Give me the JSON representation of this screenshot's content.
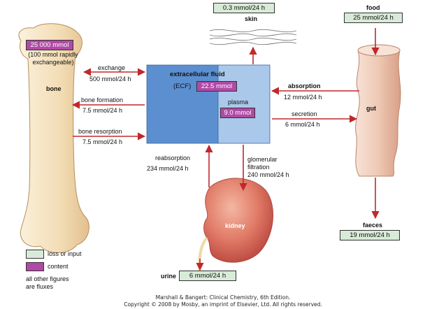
{
  "colors": {
    "ecf_dark": "#5b8fd0",
    "ecf_light": "#a9c8ea",
    "arrow": "#c0282d",
    "bone": "#f2dcb4",
    "gut": "#eec9b4",
    "kidney": "#d9665a",
    "input_box": "#d8ebd8",
    "content_box": "#b04aa6"
  },
  "skin": {
    "flux": "0.3 mmol/24 h",
    "label": "skin"
  },
  "food": {
    "label": "food",
    "flux": "25 mmol/24 h"
  },
  "bone": {
    "content": "25 000 mmol",
    "note": "(100 mmol rapidly exchangeable)",
    "label": "bone",
    "exchange_label": "exchange",
    "exchange_flux": "500 mmol/24 h",
    "formation_label": "bone formation",
    "formation_flux": "7.5 mmol/24 h",
    "resorption_label": "bone resorption",
    "resorption_flux": "7.5 mmol/24 h"
  },
  "ecf": {
    "title": "extracellular fluid",
    "abbr": "(ECF)",
    "content": "22.5 mmol",
    "plasma_label": "plasma",
    "plasma_content": "9.0 mmol"
  },
  "gut": {
    "label": "gut",
    "absorption_label": "absorption",
    "absorption_flux": "12 mmol/24 h",
    "secretion_label": "secretion",
    "secretion_flux": "6 mmol/24 h"
  },
  "faeces": {
    "label": "faeces",
    "flux": "19 mmol/24 h"
  },
  "kidney": {
    "label": "kidney",
    "reabsorption_label": "reabsorption",
    "reabsorption_flux": "234 mmol/24 h",
    "filtration_line1": "glomerular",
    "filtration_line2": "filtration",
    "filtration_flux": "240 mmol/24 h"
  },
  "urine": {
    "label": "urine",
    "flux": "6 mmol/24 h"
  },
  "legend": {
    "loss_input": "loss or input",
    "content": "content",
    "note_line1": "all other figures",
    "note_line2": "are fluxes"
  },
  "footer": {
    "line1": "Marshall & Bangert: Clinical Chemistry, 6th Edition.",
    "line2": "Copyright © 2008 by Mosby, an imprint of Elsevier, Ltd. All rights reserved."
  }
}
